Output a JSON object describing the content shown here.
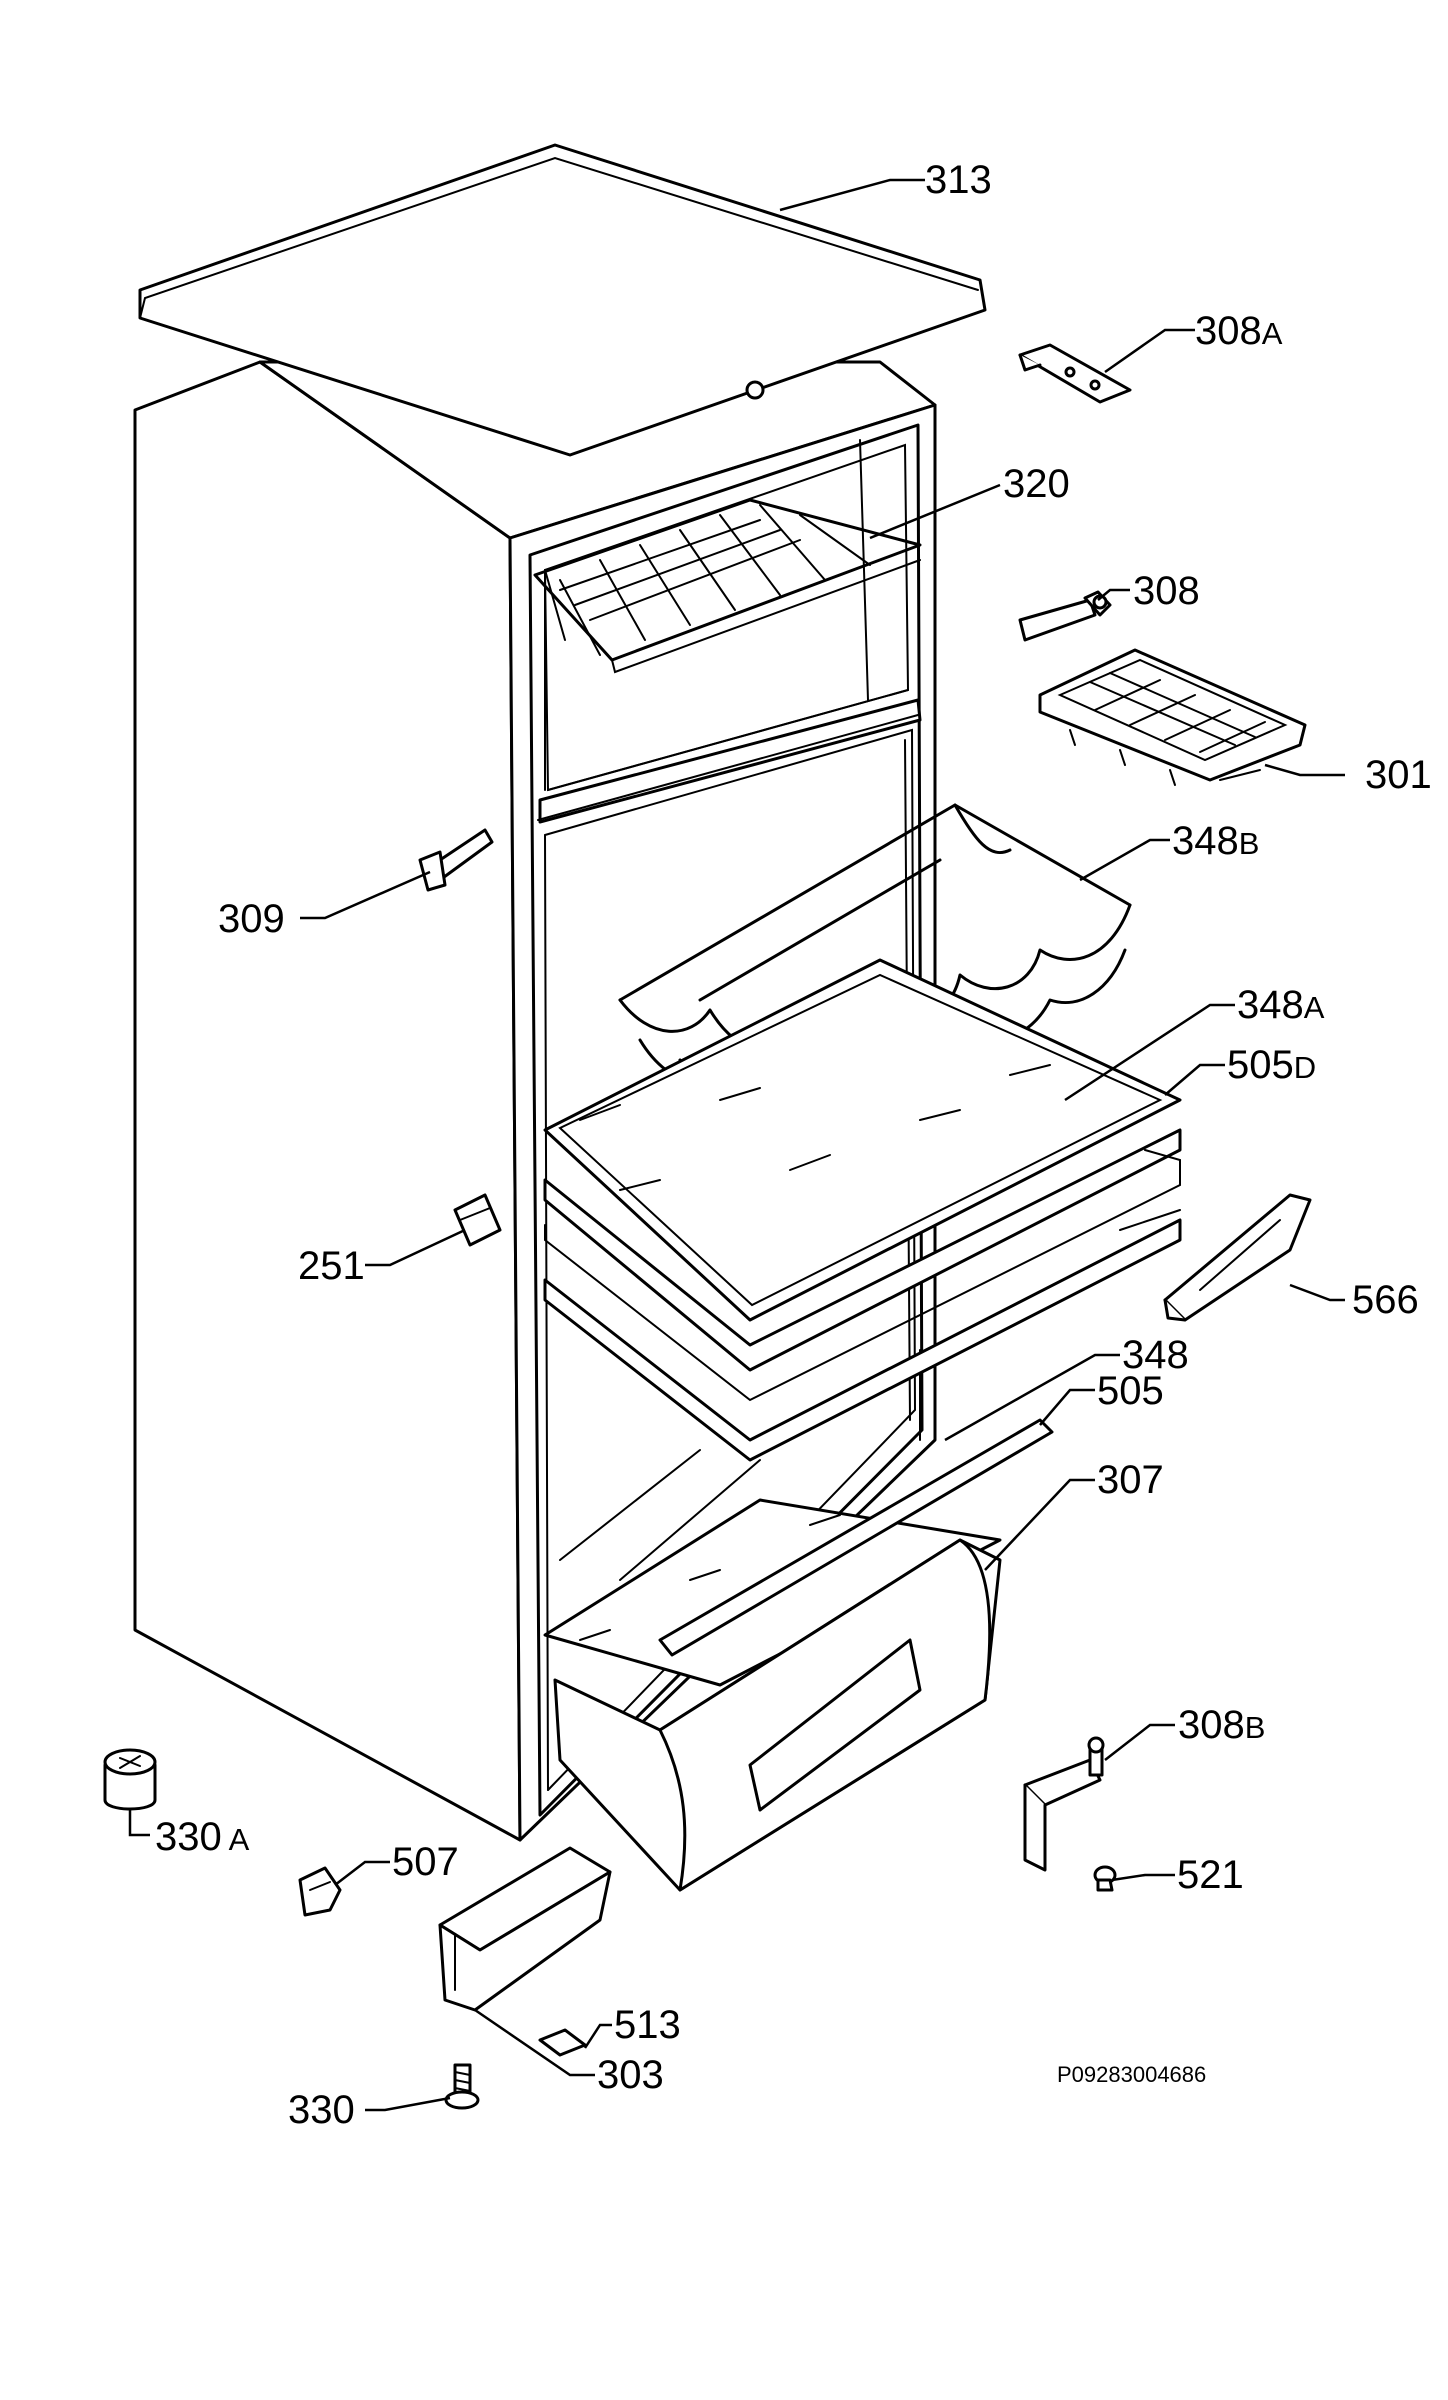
{
  "callouts": [
    {
      "id": "313",
      "main": "313",
      "suffix": ""
    },
    {
      "id": "308A",
      "main": "308",
      "suffix": "A"
    },
    {
      "id": "320",
      "main": "320",
      "suffix": ""
    },
    {
      "id": "308",
      "main": "308",
      "suffix": ""
    },
    {
      "id": "301",
      "main": "301",
      "suffix": ""
    },
    {
      "id": "348B",
      "main": "348",
      "suffix": "B"
    },
    {
      "id": "309",
      "main": "309",
      "suffix": ""
    },
    {
      "id": "348A",
      "main": "348",
      "suffix": "A"
    },
    {
      "id": "505D",
      "main": "505",
      "suffix": "D"
    },
    {
      "id": "251",
      "main": "251",
      "suffix": ""
    },
    {
      "id": "566",
      "main": "566",
      "suffix": ""
    },
    {
      "id": "348",
      "main": "348",
      "suffix": ""
    },
    {
      "id": "505",
      "main": "505",
      "suffix": ""
    },
    {
      "id": "307",
      "main": "307",
      "suffix": ""
    },
    {
      "id": "308B",
      "main": "308",
      "suffix": "B"
    },
    {
      "id": "330A",
      "main": "330",
      "suffix": " A"
    },
    {
      "id": "507",
      "main": "507",
      "suffix": ""
    },
    {
      "id": "521",
      "main": "521",
      "suffix": ""
    },
    {
      "id": "513",
      "main": "513",
      "suffix": ""
    },
    {
      "id": "303",
      "main": "303",
      "suffix": ""
    },
    {
      "id": "330",
      "main": "330",
      "suffix": ""
    }
  ],
  "drawing_code": "P09283004686"
}
